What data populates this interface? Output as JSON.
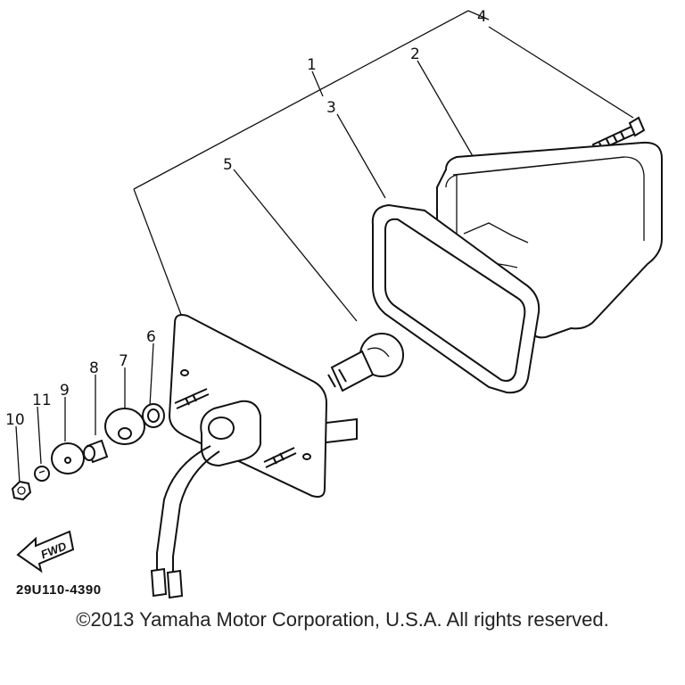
{
  "callouts": {
    "n1": "1",
    "n2": "2",
    "n3": "3",
    "n4": "4",
    "n5": "5",
    "n6": "6",
    "n7": "7",
    "n8": "8",
    "n9": "9",
    "n10": "10",
    "n11": "11"
  },
  "direction_label": "FWD",
  "diagram_code": "29U110-4390",
  "copyright": "©2013 Yamaha Motor Corporation, U.S.A. All rights reserved."
}
